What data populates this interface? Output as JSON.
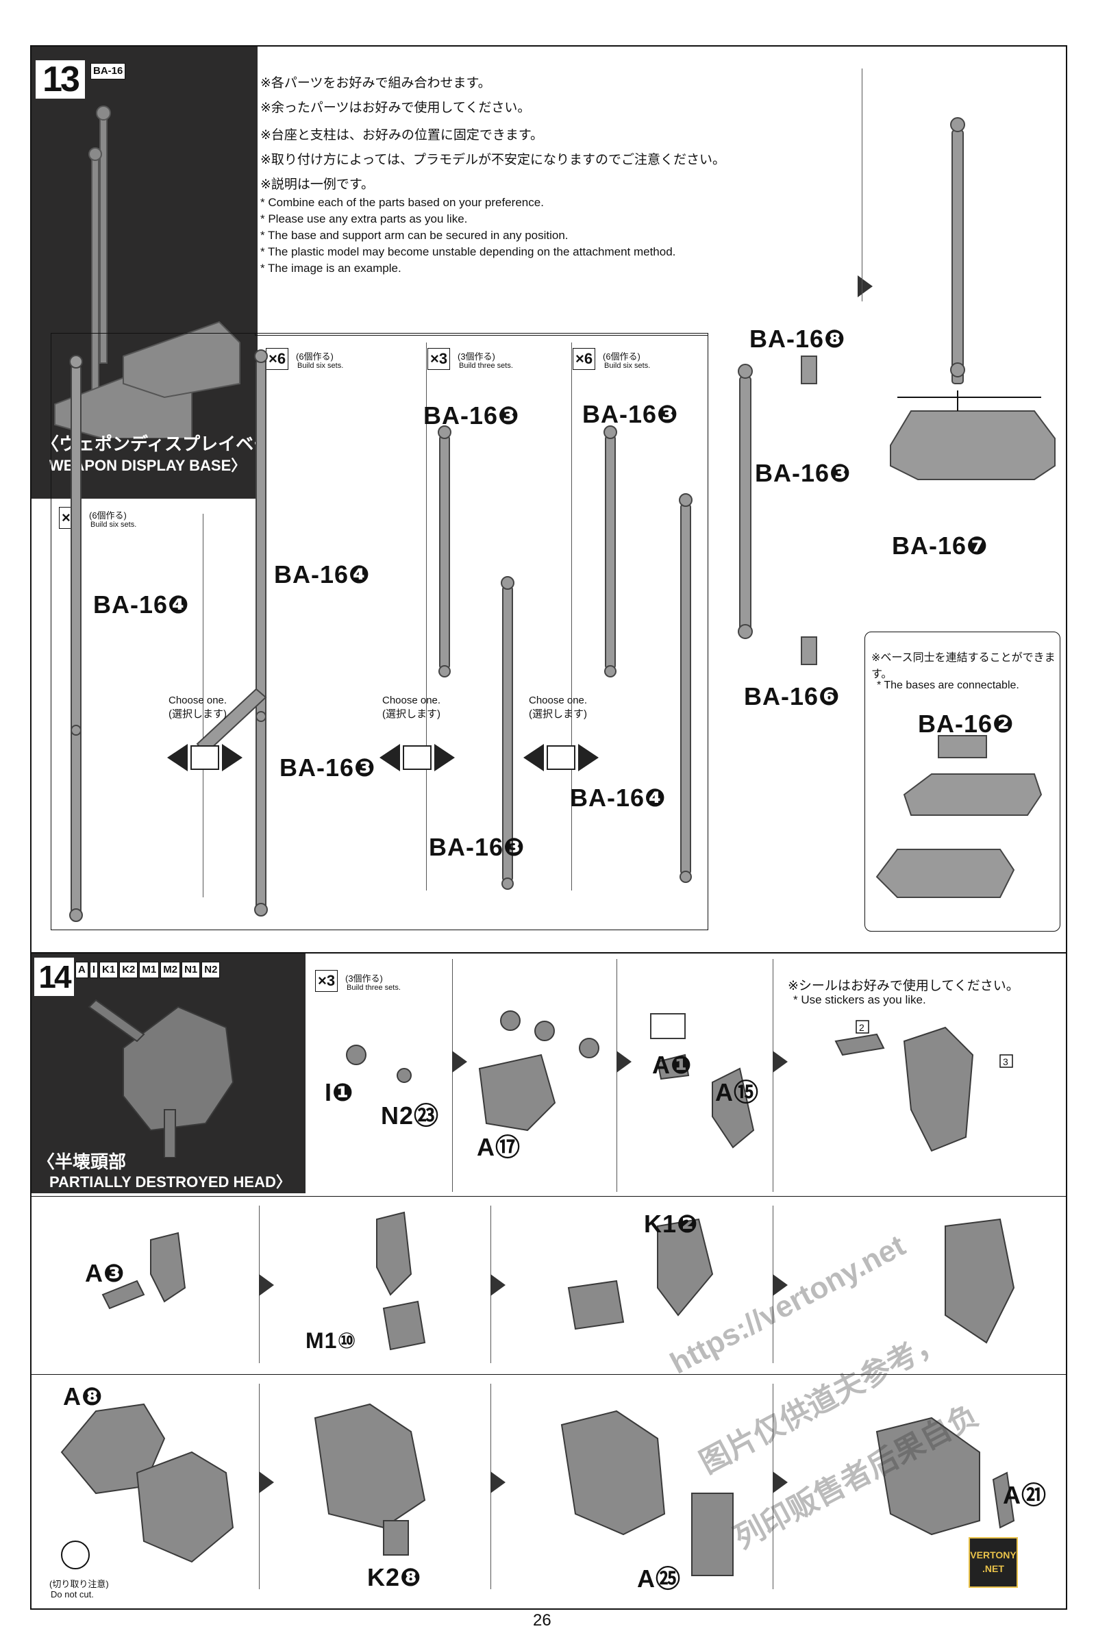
{
  "page_number": "26",
  "step13": {
    "number": "13",
    "tag": "BA-16",
    "title_jp": "〈ウェポンディスプレイベース",
    "title_en": "WEAPON DISPLAY BASE〉",
    "notes_jp": [
      "※各パーツをお好みで組み合わせます。",
      "※余ったパーツはお好みで使用してください。",
      "※台座と支柱は、お好みの位置に固定できます。",
      "※取り付け方によっては、プラモデルが不安定になりますのでご注意ください。",
      "※説明は一例です。"
    ],
    "notes_en": [
      "* Combine each of the parts based on your preference.",
      "* Please use any extra parts as you like.",
      "* The base and support arm can be secured in any position.",
      "* The plastic model may become unstable depending on the attachment method.",
      "* The image is an example."
    ],
    "sets": [
      {
        "count": "×6",
        "jp": "(6個作る)",
        "en": "Build six sets."
      },
      {
        "count": "×6",
        "jp": "(6個作る)",
        "en": "Build six sets."
      },
      {
        "count": "×3",
        "jp": "(3個作る)",
        "en": "Build three sets."
      },
      {
        "count": "×6",
        "jp": "(6個作る)",
        "en": "Build six sets."
      }
    ],
    "choose_en": "Choose one.",
    "choose_jp": "(選択します)",
    "parts": {
      "p4a": "BA-16❹",
      "p4b": "BA-16❹",
      "p3a": "BA-16❸",
      "p3b": "BA-16❸",
      "p3c": "BA-16❸",
      "p3d": "BA-16❸",
      "p4c": "BA-16❹",
      "p8": "BA-16❽",
      "p3e": "BA-16❸",
      "p6": "BA-16❻",
      "p7": "BA-16❼",
      "p2": "BA-16❷"
    },
    "connect_jp": "※ベース同士を連結することができます。",
    "connect_en": "* The bases are connectable."
  },
  "step14": {
    "number": "14",
    "tags": [
      "A",
      "I",
      "K1",
      "K2",
      "M1",
      "M2",
      "N1",
      "N2"
    ],
    "title_jp": "〈半壊頭部",
    "title_en": "PARTIALLY DESTROYED HEAD〉",
    "set": {
      "count": "×3",
      "jp": "(3個作る)",
      "en": "Build three sets."
    },
    "sticker_jp": "※シールはお好みで使用してください。",
    "sticker_en": "* Use stickers as you like.",
    "sticker_nums": [
      "2",
      "3"
    ],
    "parts": {
      "i1": "I❶",
      "n2": "N2㉓",
      "a17": "A⑰",
      "a1": "A❶",
      "a15": "A⑮",
      "a3": "A❸",
      "m1": "M1⑩",
      "k1": "K1❷",
      "a8": "A❽",
      "k2": "K2❽",
      "a25": "A㉕",
      "a21": "A㉑"
    },
    "donotcut_jp": "(切り取り注意)",
    "donotcut_en": "Do not cut."
  },
  "watermark": {
    "url": "https://vertony.net",
    "cn1": "图片仅供道夫参考，",
    "cn2": "列印贩售者后果自负",
    "logo1": "VERTONY",
    "logo2": ".NET"
  }
}
